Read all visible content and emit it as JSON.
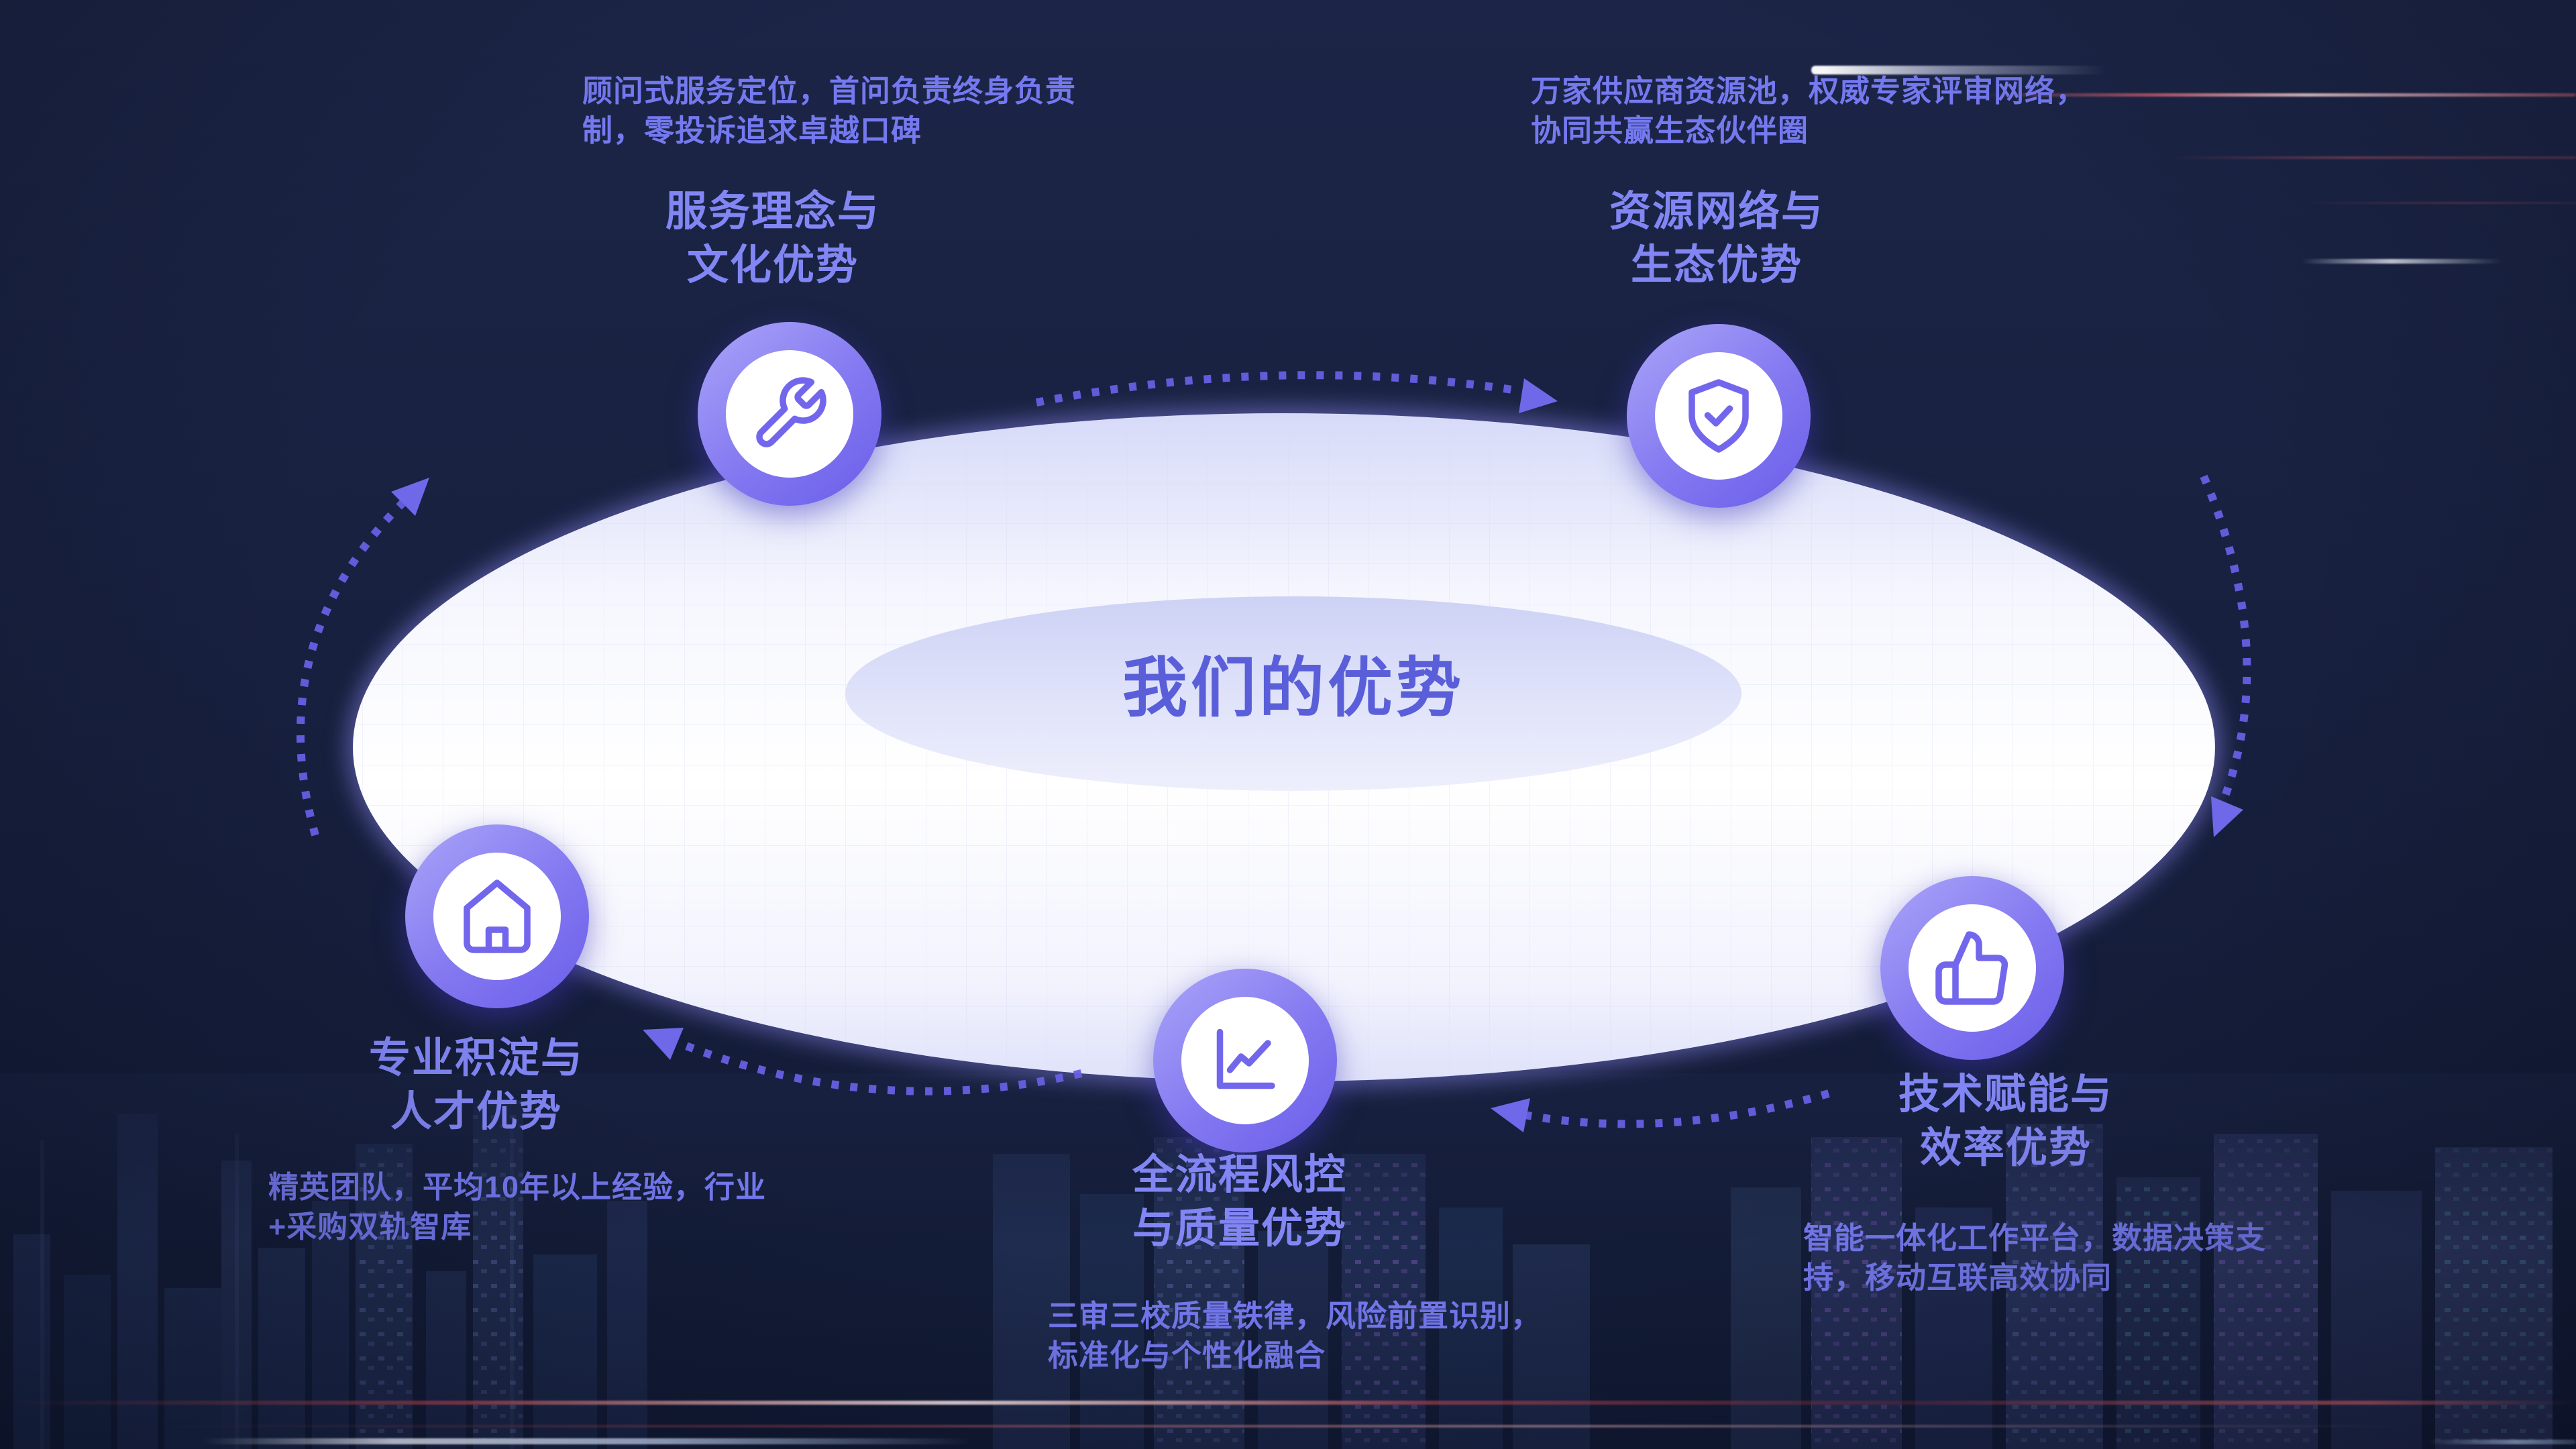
{
  "slide": {
    "center_title": "我们的优势"
  },
  "nodes": [
    {
      "id": "service",
      "icon": "wrench-icon",
      "title_line1": "服务理念与",
      "title_line2": "文化优势",
      "desc_line1": "顾问式服务定位，首问负责终身负责",
      "desc_line2": "制，零投诉追求卓越口碑"
    },
    {
      "id": "resource",
      "icon": "shield-check-icon",
      "title_line1": "资源网络与",
      "title_line2": "生态优势",
      "desc_line1": "万家供应商资源池，权威专家评审网络，",
      "desc_line2": "协同共赢生态伙伴圈"
    },
    {
      "id": "talent",
      "icon": "home-icon",
      "title_line1": "专业积淀与",
      "title_line2": "人才优势",
      "desc_line1": "精英团队，平均10年以上经验，行业",
      "desc_line2": "+采购双轨智库"
    },
    {
      "id": "quality",
      "icon": "line-chart-icon",
      "title_line1": "全流程风控",
      "title_line2": "与质量优势",
      "desc_line1": "三审三校质量铁律，风险前置识别，",
      "desc_line2": "标准化与个性化融合"
    },
    {
      "id": "tech",
      "icon": "thumbs-up-icon",
      "title_line1": "技术赋能与",
      "title_line2": "效率优势",
      "desc_line1": "智能一体化工作平台，数据决策支",
      "desc_line2": "持，移动互联高效协同"
    }
  ],
  "colors": {
    "background_navy": "#182140",
    "accent_title": "#8286f4",
    "accent_desc": "#7579ef",
    "center_title": "#5a5fd9",
    "icon_ring": "#857af1",
    "icon_stroke": "#7267ec",
    "dotted_arc": "#675fe3",
    "platform_top": "#d6daf8",
    "platform_white": "#ffffff",
    "inner_ellipse": "#cdd2f5",
    "streak_red": "#c44954",
    "streak_white": "#ffffff"
  }
}
